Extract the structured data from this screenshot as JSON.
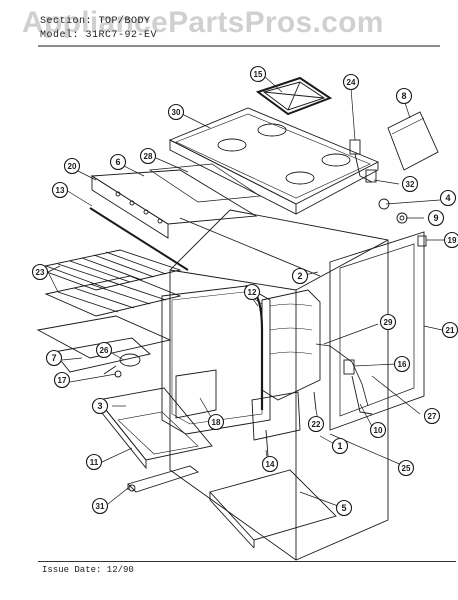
{
  "header": {
    "section_label": "Section:",
    "section_value": "TOP/BODY",
    "model_label": "Model:",
    "model_value": "31RC7-92-EV"
  },
  "watermark": "AppliancePartsPros.com",
  "footer": {
    "issue_date": "Issue Date: 12/90"
  },
  "callouts": [
    "15",
    "24",
    "8",
    "30",
    "28",
    "6",
    "20",
    "13",
    "32",
    "4",
    "9",
    "19",
    "2",
    "23",
    "12",
    "29",
    "21",
    "7",
    "26",
    "16",
    "17",
    "27",
    "3",
    "18",
    "10",
    "22",
    "1",
    "25",
    "11",
    "14",
    "31",
    "5"
  ],
  "colors": {
    "ink": "#1a1a1a",
    "paper": "#ffffff"
  }
}
